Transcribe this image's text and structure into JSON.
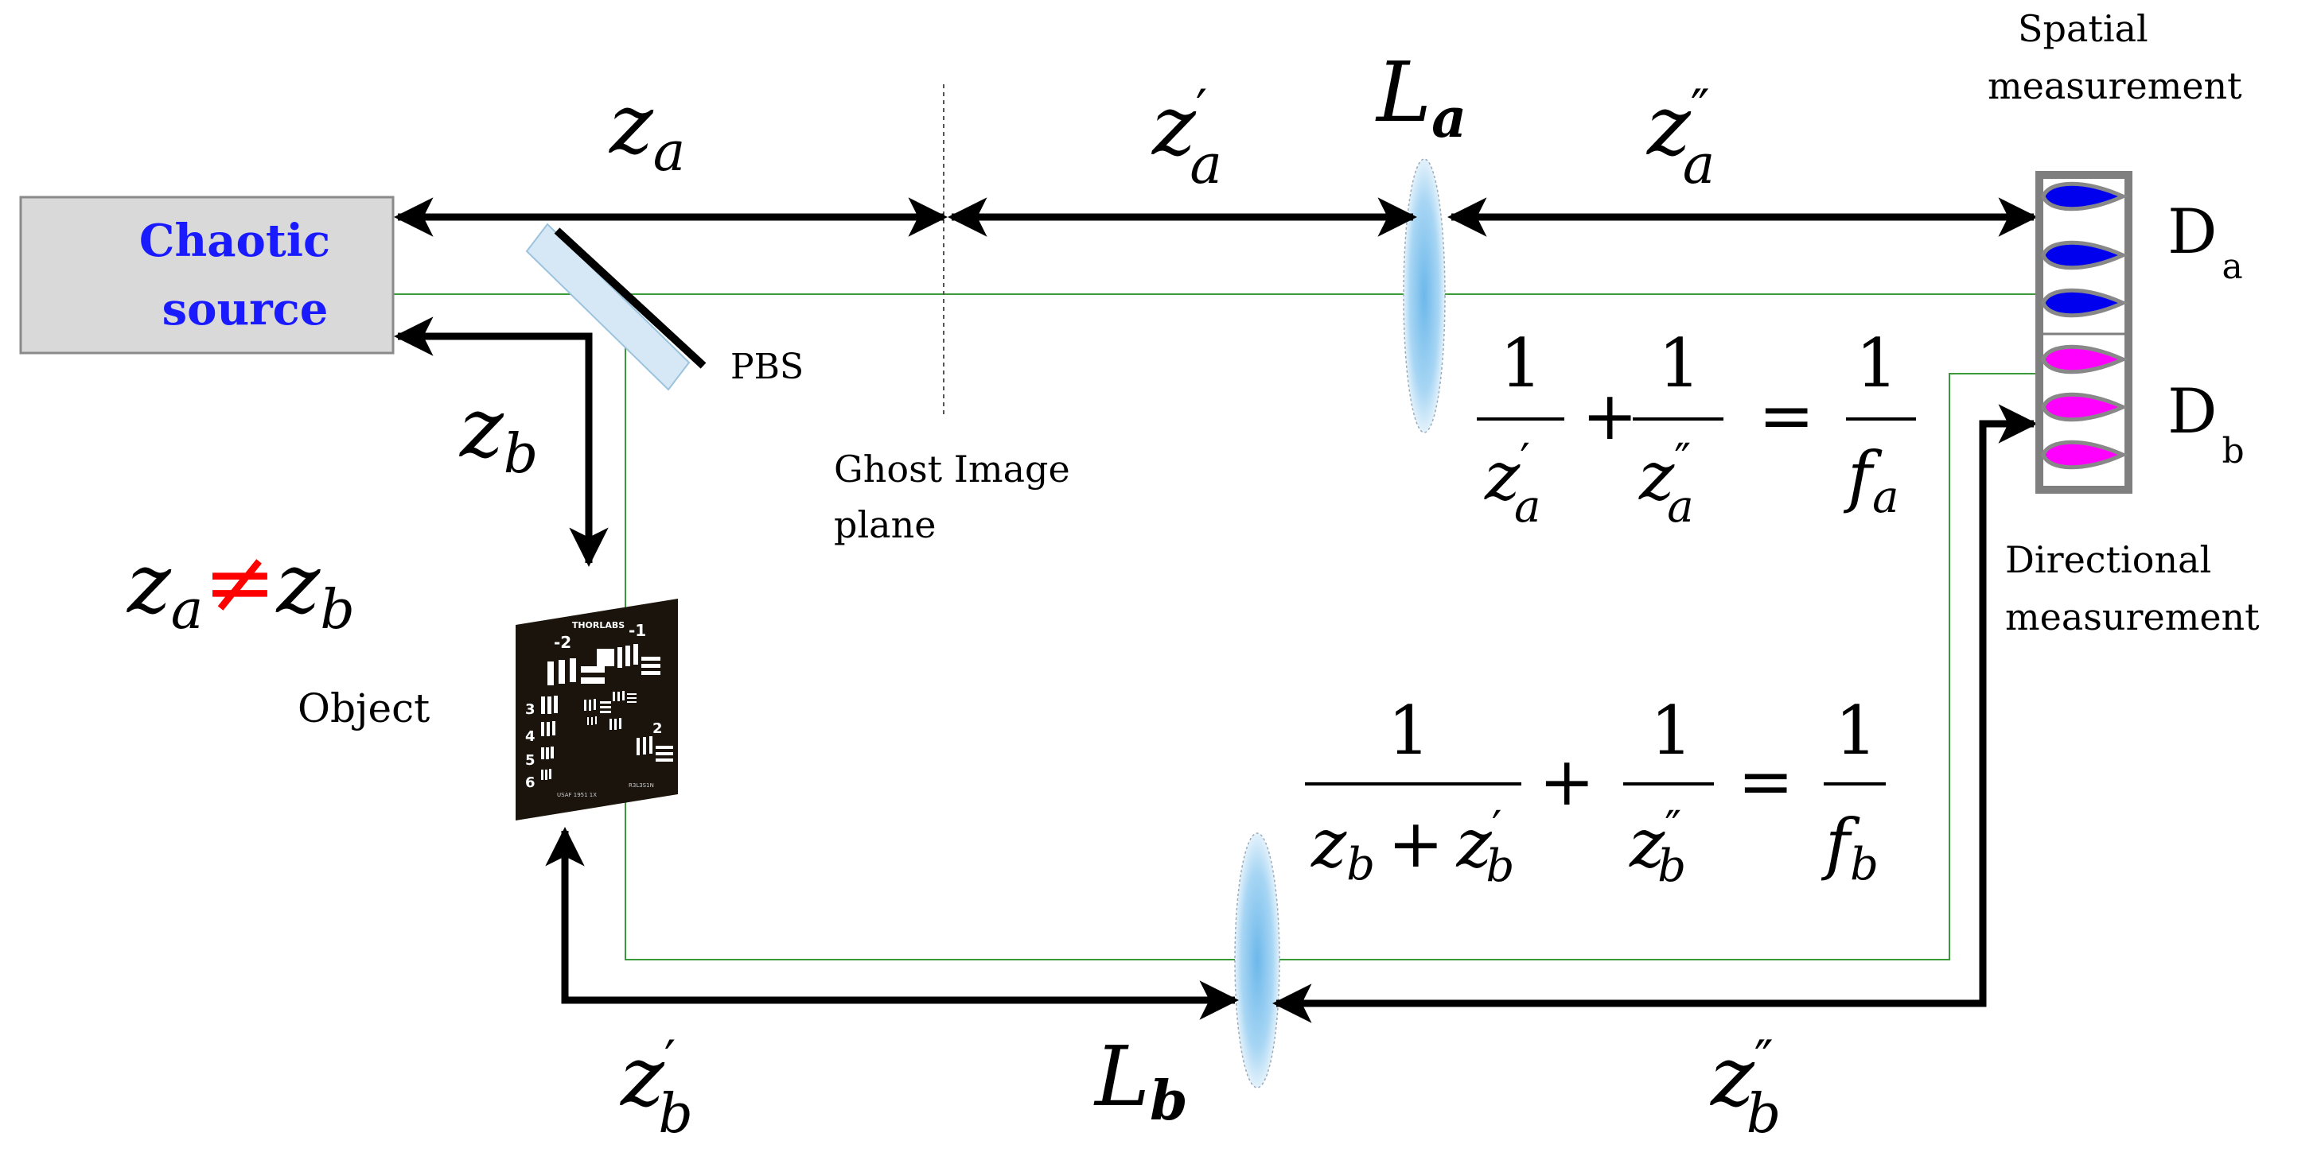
{
  "labels": {
    "source_line1": "Chaotic",
    "source_line2": "source",
    "pbs": "PBS",
    "ghost_line1": "Ghost Image",
    "ghost_line2": "plane",
    "object": "Object",
    "spatial_line1": "Spatial",
    "spatial_line2": "measurement",
    "directional_line1": "Directional",
    "directional_line2": "measurement",
    "detector_a_main": "D",
    "detector_a_sub": "a",
    "detector_b_main": "D",
    "detector_b_sub": "b"
  },
  "math": {
    "z_a": "z",
    "z_a_sub": "a",
    "z_a_prime": "z",
    "z_a_prime_mark": "′",
    "z_a_prime_sub": "a",
    "lens_a": "L",
    "lens_a_sub": "a",
    "z_a_dprime": "z",
    "z_a_dprime_mark": "″",
    "z_a_dprime_sub": "a",
    "z_b": "z",
    "z_b_sub": "b",
    "z_b_prime": "z",
    "z_b_prime_mark": "′",
    "z_b_prime_sub": "b",
    "lens_b": "L",
    "lens_b_sub": "b",
    "z_b_dprime": "z",
    "z_b_dprime_mark": "″",
    "z_b_dprime_sub": "b",
    "ineq_left": "z",
    "ineq_left_sub": "a",
    "ineq_sign": "≠",
    "ineq_right": "z",
    "ineq_right_sub": "b"
  },
  "equation_a": {
    "one": "1",
    "plus": "+",
    "equals": "=",
    "den1": "z",
    "den1_mark": "′",
    "den1_sub": "a",
    "den2": "z",
    "den2_mark": "″",
    "den2_sub": "a",
    "den3": "f",
    "den3_sub": "a"
  },
  "equation_b": {
    "one": "1",
    "plus": "+",
    "equals": "=",
    "den1a": "z",
    "den1a_sub": "b",
    "den1_plus": "+",
    "den1b": "z",
    "den1b_mark": "′",
    "den1b_sub": "b",
    "den2": "z",
    "den2_mark": "″",
    "den2_sub": "b",
    "den3": "f",
    "den3_sub": "b"
  },
  "target_chart": {
    "header": "THORLABS",
    "group_top_left": "-2",
    "group_top_right": "-1",
    "group_right": "2",
    "group_left_3": "3",
    "group_left_4": "4",
    "group_left_5": "5",
    "group_left_6": "6",
    "footer_left": "USAF 1951 1X",
    "footer_right": "R3L3S1N"
  },
  "colors": {
    "source_text": "#1a1aff",
    "inequality_sign": "#ff0000",
    "beam_line": "#3a9a3a",
    "source_box_fill": "#d9d9d9",
    "pbs_fill": "#d6e8f5",
    "detector_blue": "#0000ee",
    "detector_magenta": "#ff00ff",
    "detector_frame": "#7f7f7f",
    "lens_fill": "#8fc8ef",
    "arrow": "#000000",
    "target_fill": "#1a140c"
  },
  "icons": [
    "double-arrow",
    "bend-arrow",
    "lens",
    "beam-splitter",
    "pixel-detector",
    "resolution-target"
  ]
}
